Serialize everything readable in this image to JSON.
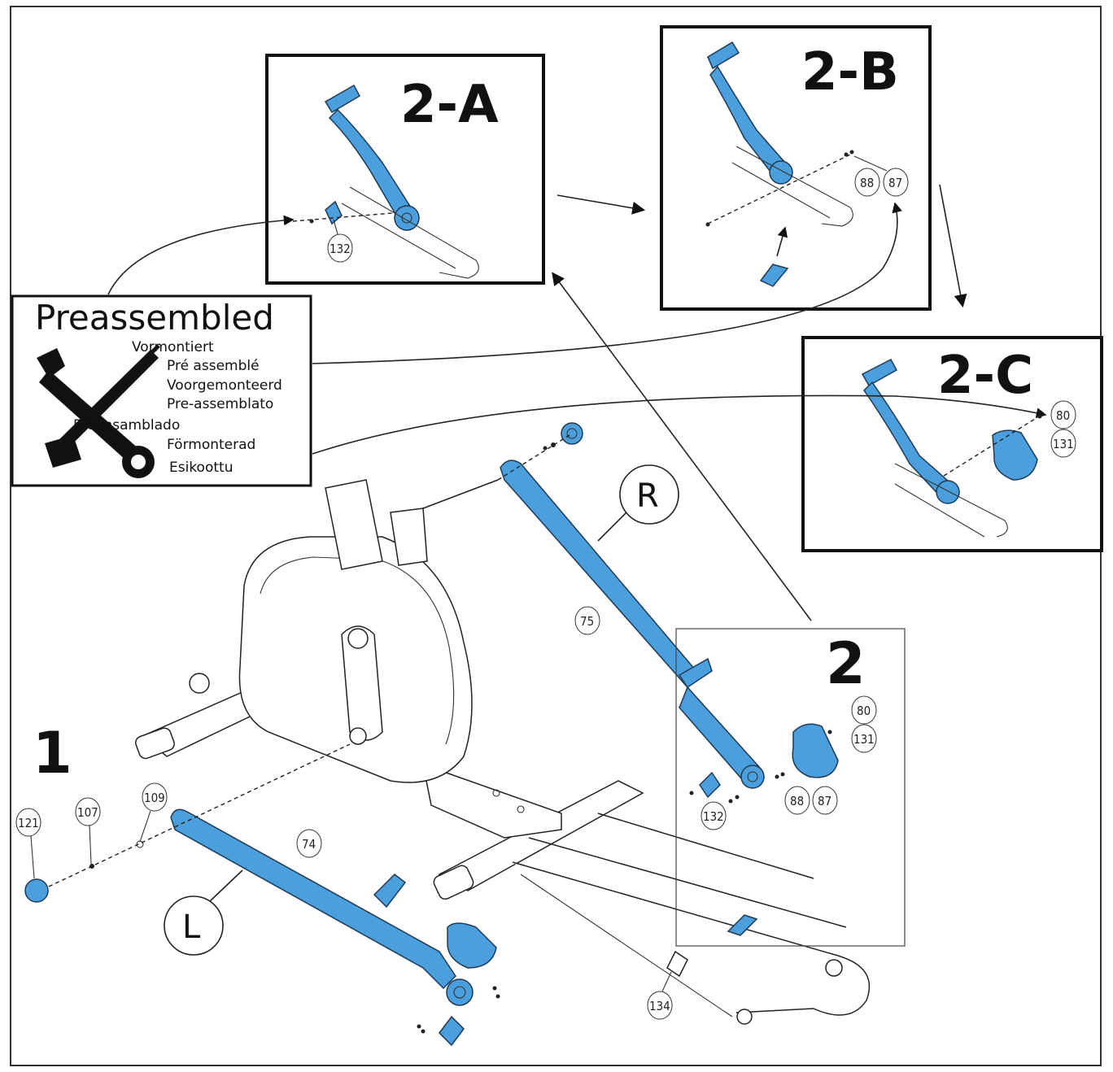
{
  "steps": {
    "step1": "1",
    "step2": "2",
    "step2a": "2-A",
    "step2b": "2-B",
    "step2c": "2-C"
  },
  "side_labels": {
    "right": "R",
    "left": "L"
  },
  "preassembled": {
    "title": "Preassembled",
    "languages": [
      "Vormontiert",
      "Pré assemblé",
      "Voorgemonteerd",
      "Pre-assemblato",
      "Preensamblado",
      "Förmonterad",
      "Esikoottu"
    ],
    "icon": "wrench-screwdriver-icon"
  },
  "part_callouts": {
    "p121": "121",
    "p107": "107",
    "p109": "109",
    "p74": "74",
    "p75": "75",
    "p134": "134",
    "p132": "132",
    "p88": "88",
    "p87": "87",
    "p80": "80",
    "p131": "131"
  },
  "colors": {
    "highlight": "#4a9fdc",
    "line": "#222222",
    "background": "#ffffff"
  }
}
